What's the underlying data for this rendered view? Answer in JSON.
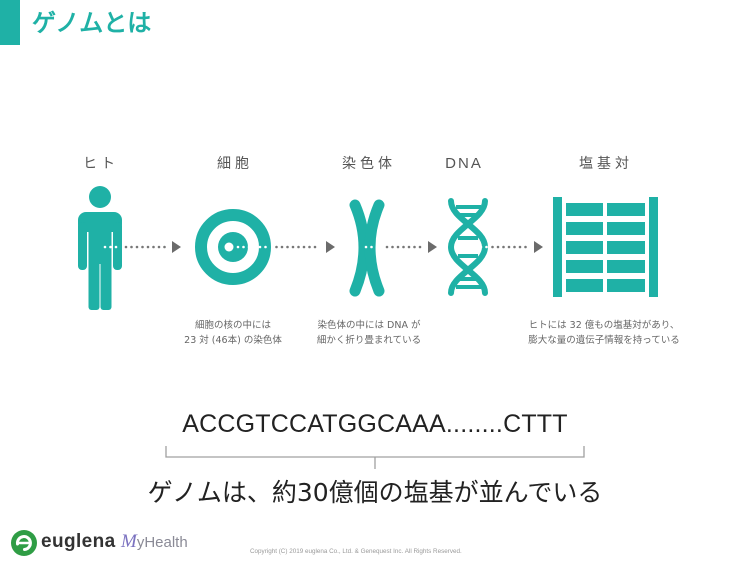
{
  "slide": {
    "title": "ゲノムとは"
  },
  "diagram": {
    "stages": [
      {
        "label": "ヒト",
        "icon": "person-icon"
      },
      {
        "label": "細胞",
        "icon": "cell-icon",
        "caption": [
          "細胞の核の中には",
          "23 対 (46本) の染色体"
        ]
      },
      {
        "label": "染色体",
        "icon": "chromosome-icon",
        "caption": [
          "染色体の中には DNA が",
          "細かく折り畳まれている"
        ]
      },
      {
        "label": "DNA",
        "icon": "dna-helix-icon"
      },
      {
        "label": "塩基対",
        "icon": "base-pairs-icon",
        "caption": [
          "ヒトには 32 億もの塩基対があり、",
          "膨大な量の遺伝子情報を持っている"
        ]
      }
    ]
  },
  "sequence": {
    "text": "ACCGTCCATGGCAAA........CTTT",
    "summary": "ゲノムは、約30億個の塩基が並んでいる"
  },
  "footer": {
    "brand": "euglena",
    "sub_brand": "MyHealth",
    "copyright": "Copyright (C) 2019 euglena Co., Ltd. & Genequest Inc. All Rights Reserved."
  },
  "colors": {
    "accent": "#1fb1a6",
    "text": "#222222",
    "label_gray": "#555555",
    "arrow_gray": "#777777",
    "brand_green": "#2f9d45",
    "sub_brand_purple": "#7b72c0"
  }
}
